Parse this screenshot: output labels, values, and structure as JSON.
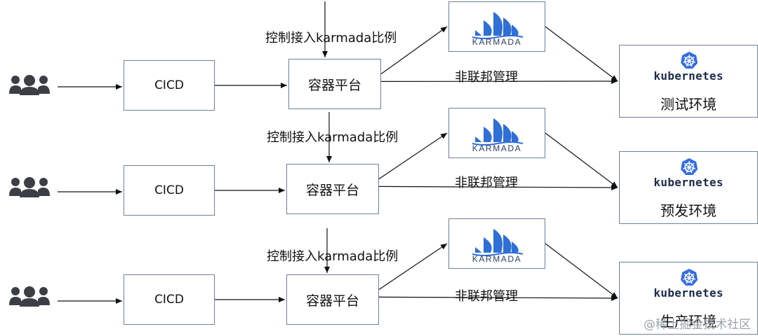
{
  "rows": [
    {
      "cicd_label": "CICD",
      "platform_label": "容器平台",
      "control_label": "控制接入karmada比例",
      "non_fed_label": "非联邦管理",
      "karmada_label": "KARMADA",
      "k8s_label": "kubernetes",
      "env_label": "测试环境"
    },
    {
      "cicd_label": "CICD",
      "platform_label": "容器平台",
      "control_label": "控制接入karmada比例",
      "non_fed_label": "非联邦管理",
      "karmada_label": "KARMADA",
      "k8s_label": "kubernetes",
      "env_label": "预发环境"
    },
    {
      "cicd_label": "CICD",
      "platform_label": "容器平台",
      "control_label": "控制接入karmada比例",
      "non_fed_label": "非联邦管理",
      "karmada_label": "KARMADA",
      "k8s_label": "kubernetes",
      "env_label": "生产环境"
    }
  ],
  "icons": {
    "users": "users-icon",
    "karmada": "karmada-sails-logo",
    "k8s": "kubernetes-helm-icon"
  },
  "colors": {
    "box_border": "#6f7f99",
    "karmada_blue": "#2f6fd6",
    "k8s_blue": "#326ce5",
    "users": "#3b3f45"
  },
  "watermark": "@稀土掘金技术社区"
}
